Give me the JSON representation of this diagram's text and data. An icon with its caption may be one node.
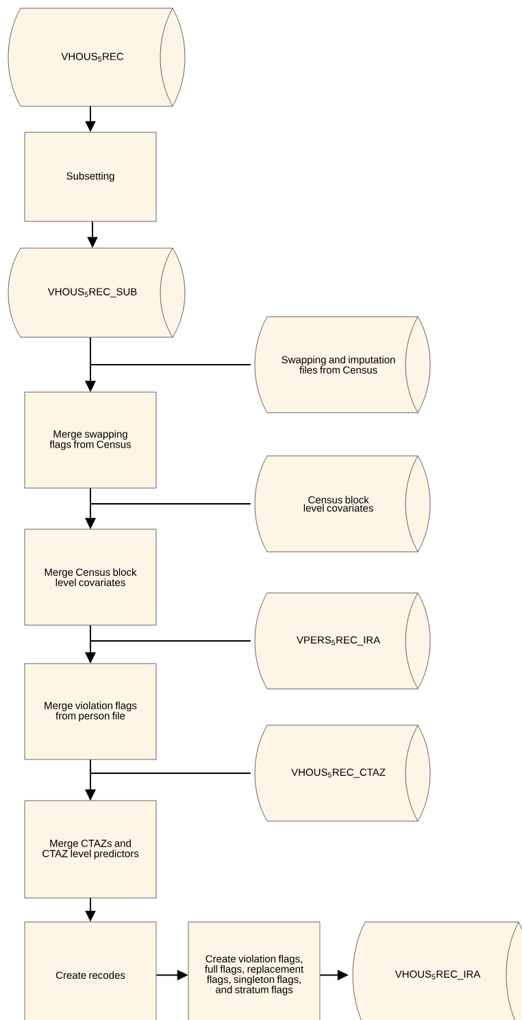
{
  "diagram": {
    "nodes": [
      {
        "text": [
          "VHOUS$_{5}$REC"
        ]
      },
      {
        "text": [
          "Subsetting"
        ]
      },
      {
        "text": [
          "VHOUS$_{5}$REC_SUB"
        ]
      },
      {
        "text": [
          "Merge swapping flags from Census"
        ]
      },
      {
        "text": [
          "Swapping and imputation files from Census"
        ]
      },
      {
        "text": [
          "Census block level covariates"
        ]
      },
      {
        "text": [
          "Merge Census block level covariates"
        ]
      },
      {
        "text": [
          "VPERS$_{5}$REC_IRA"
        ]
      },
      {
        "text": [
          "Merge violation flags from person file"
        ]
      },
      {
        "text": [
          "VHOUS$_{5}$REC_CTAZ"
        ]
      },
      {
        "text": [
          "Merge CTAZs and CTAZ level predictors"
        ]
      },
      {
        "text": [
          "Create recodes"
        ]
      },
      {
        "text": [
          "Create violation flags, full flags, replacement flags, singleton flags, and stratum flags"
        ]
      },
      {
        "text": [
          "VHOUS$_{5}$REC_IRA"
        ]
      }
    ],
    "edges": [
      {
        "from": 0,
        "to": 1,
        "arrow": "to"
      },
      {
        "from": 1,
        "to": 2,
        "arrow": "to"
      },
      {
        "from": 2,
        "to": 3,
        "arrow": "to"
      },
      {
        "from": 4,
        "to": 3,
        "arrow": "to"
      },
      {
        "from": 3,
        "to": 6,
        "arrow": "to"
      },
      {
        "from": 5,
        "to": 6,
        "arrow": "to"
      },
      {
        "from": 6,
        "to": 8,
        "arrow": "to"
      },
      {
        "from": 7,
        "to": 8,
        "arrow": "to"
      },
      {
        "from": 8,
        "to": 10,
        "arrow": "to"
      },
      {
        "from": 9,
        "to": 10,
        "arrow": "to"
      },
      {
        "from": 10,
        "to": 11,
        "arrow": "to"
      },
      {
        "from": 11,
        "to": 12,
        "arrow": "to"
      },
      {
        "from": 12,
        "to": 13,
        "arrow": "to"
      }
    ]
  }
}
